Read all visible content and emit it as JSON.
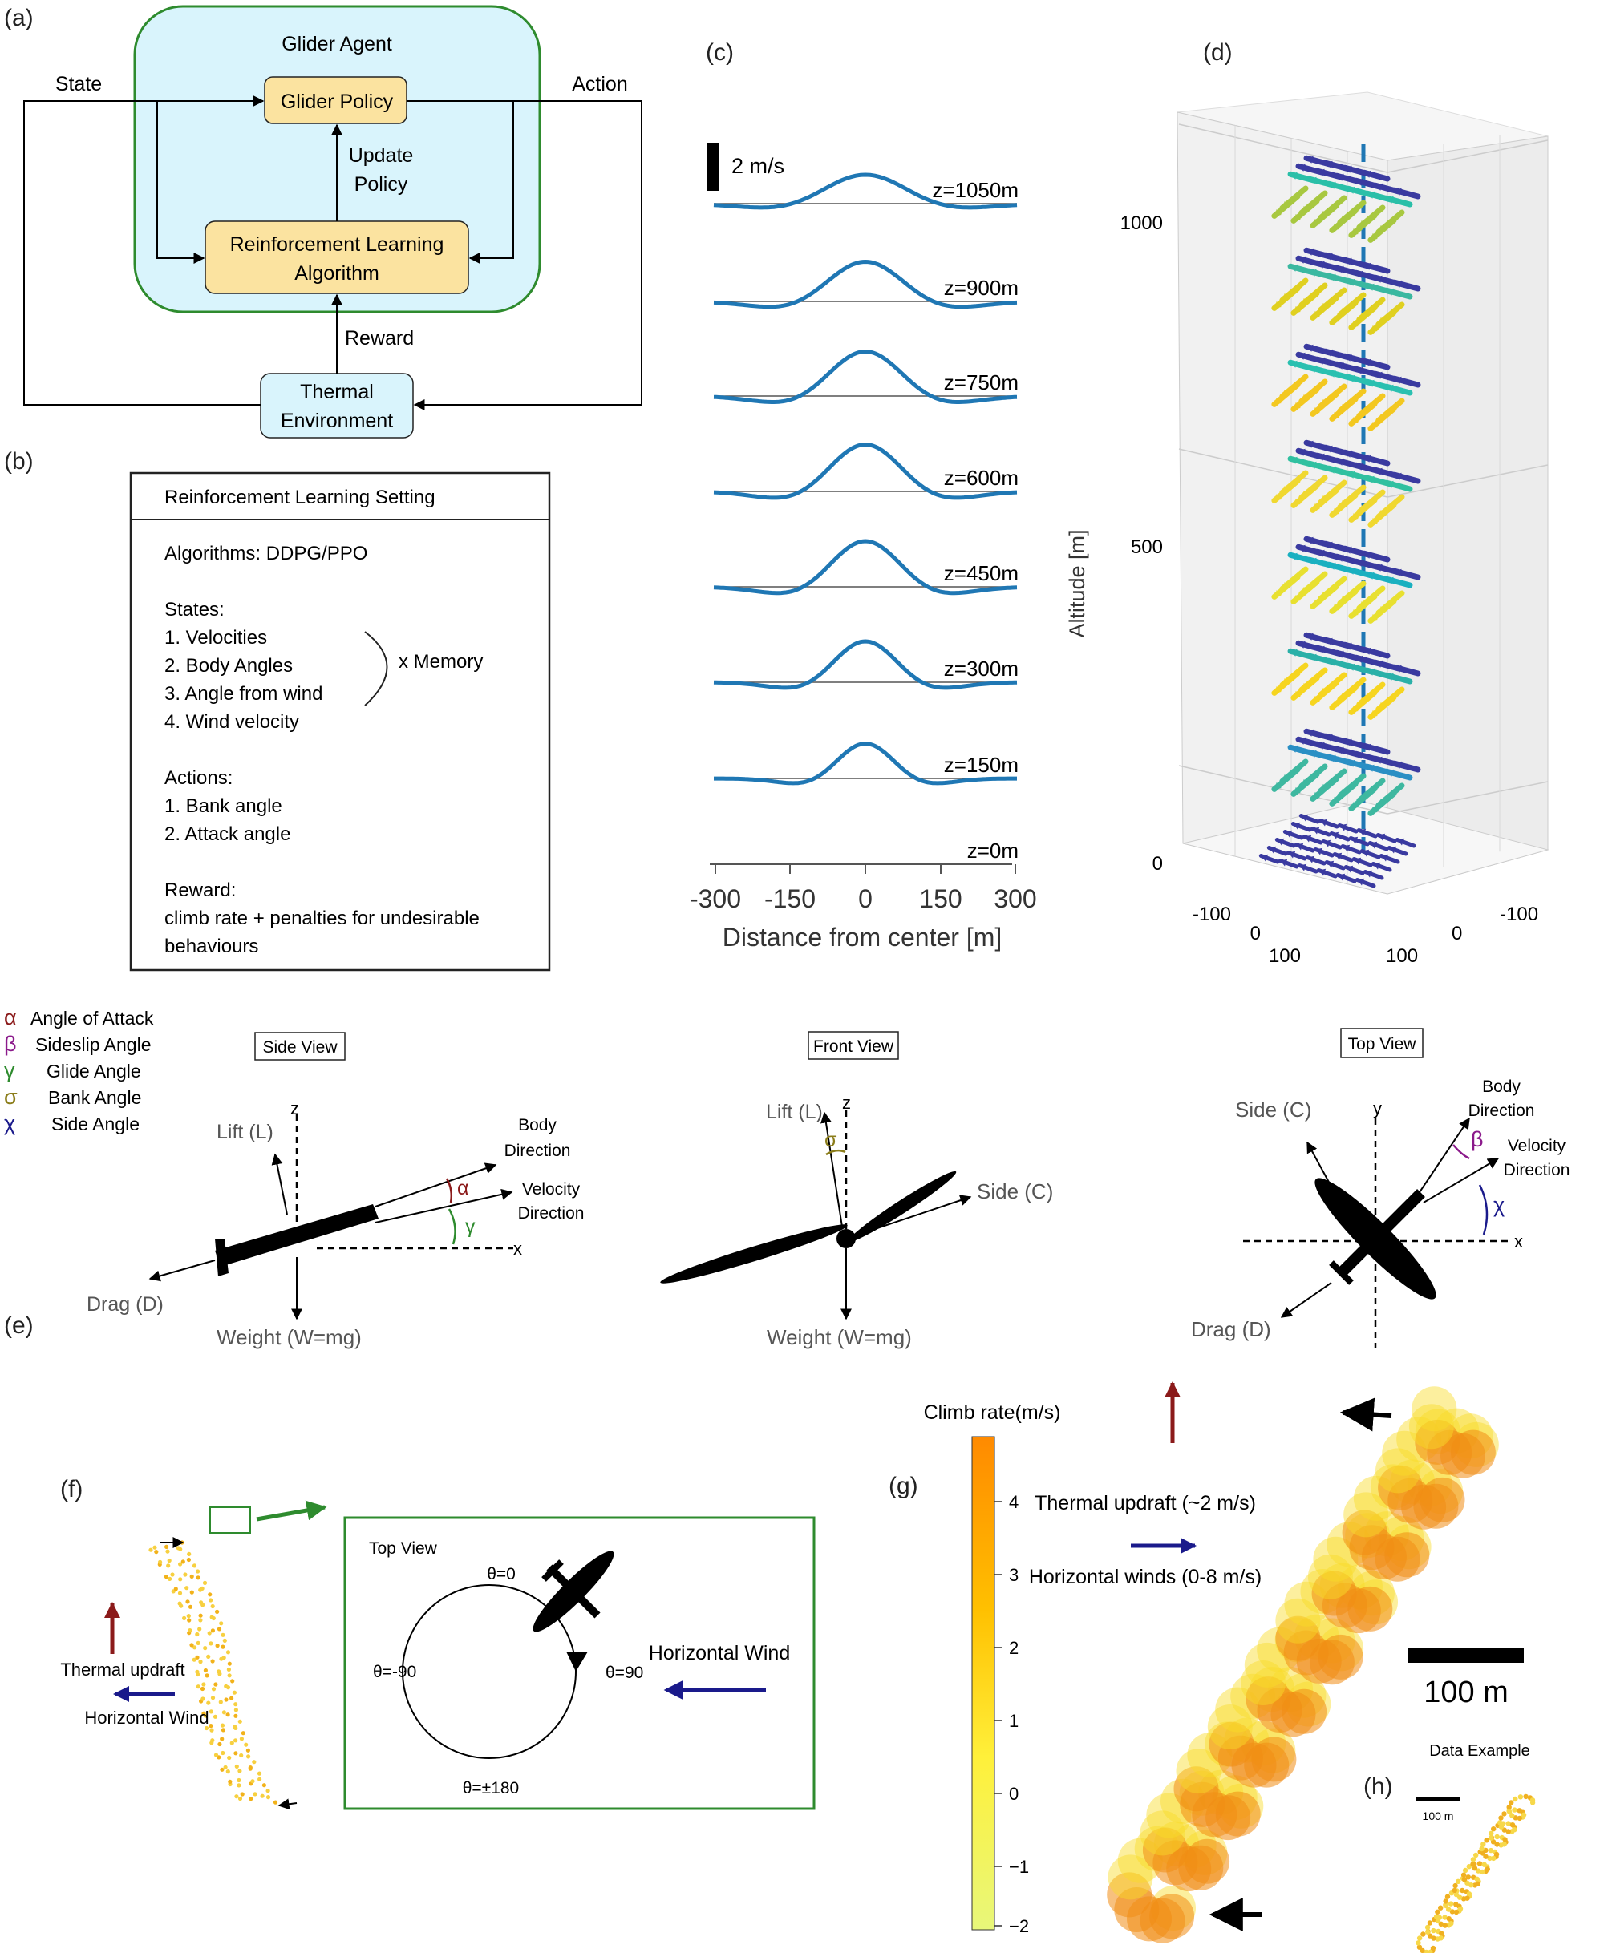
{
  "panels": {
    "a": "(a)",
    "b": "(b)",
    "c": "(c)",
    "d": "(d)",
    "e": "(e)",
    "f": "(f)",
    "g": "(g)",
    "h": "(h)"
  },
  "a": {
    "agent": "Glider Agent",
    "policy": "Glider Policy",
    "update1": "Update",
    "update2": "Policy",
    "rl1": "Reinforcement Learning",
    "rl2": "Algorithm",
    "reward": "Reward",
    "env1": "Thermal",
    "env2": "Environment",
    "state": "State",
    "action": "Action"
  },
  "b": {
    "title": "Reinforcement Learning Setting",
    "algorithms": "Algorithms: DDPG/PPO",
    "states_head": "States:",
    "states": [
      "1. Velocities",
      "2. Body Angles",
      "3. Angle from wind",
      "4. Wind velocity"
    ],
    "memory": "x Memory",
    "actions_head": "Actions:",
    "actions": [
      "1. Bank angle",
      "2. Attack angle"
    ],
    "reward_head": "Reward:",
    "reward1": "climb rate + penalties for undesirable",
    "reward2": "behaviours"
  },
  "c": {
    "scale": "2 m/s",
    "levels": [
      "z=1050m",
      "z=900m",
      "z=750m",
      "z=600m",
      "z=450m",
      "z=300m",
      "z=150m",
      "z=0m"
    ],
    "amplitudes": [
      1.2,
      1.65,
      1.85,
      1.95,
      1.9,
      1.7,
      1.45,
      0
    ],
    "widths": [
      65,
      60,
      58,
      57,
      55,
      50,
      45,
      0
    ],
    "ticks": [
      "-300",
      "-150",
      "0",
      "150",
      "300"
    ],
    "xlabel": "Distance from center [m]",
    "color": "#1f77b4"
  },
  "d": {
    "ylabel": "Altitude [m]",
    "zticks": [
      "1000",
      "500",
      "0"
    ],
    "xticks": [
      "-100",
      "0",
      "100"
    ],
    "yticks": [
      "100",
      "0",
      "-100"
    ]
  },
  "legend": [
    {
      "sym": "α",
      "label": "Angle of Attack",
      "color": "#8b1a1a"
    },
    {
      "sym": "β",
      "label": "Sideslip Angle",
      "color": "#8b1a8b"
    },
    {
      "sym": "γ",
      "label": "Glide Angle",
      "color": "#2e8b2e"
    },
    {
      "sym": "σ",
      "label": "Bank Angle",
      "color": "#8b7d1a"
    },
    {
      "sym": "χ",
      "label": "Side Angle",
      "color": "#1a1a8b"
    }
  ],
  "e": {
    "side": {
      "title": "Side View",
      "lift": "Lift (L)",
      "z": "z",
      "body1": "Body",
      "body2": "Direction",
      "alpha": "α",
      "vel1": "Velocity",
      "vel2": "Direction",
      "gamma": "γ",
      "x": "x",
      "drag": "Drag (D)",
      "weight": "Weight (W=mg)"
    },
    "front": {
      "title": "Front View",
      "lift": "Lift (L)",
      "z": "z",
      "sigma": "σ",
      "side": "Side (C)",
      "weight": "Weight (W=mg)"
    },
    "top": {
      "title": "Top View",
      "side": "Side (C)",
      "y": "y",
      "body1": "Body",
      "body2": "Direction",
      "beta": "β",
      "vel1": "Velocity",
      "vel2": "Direction",
      "chi": "χ",
      "x": "x",
      "drag": "Drag (D)"
    }
  },
  "f": {
    "thermal": "Thermal updraft",
    "wind": "Horizontal Wind",
    "box_title": "Top View",
    "t0": "θ=0",
    "tm90": "θ=-90",
    "t90": "θ=90",
    "t180": "θ=±180",
    "hwind": "Horizontal Wind"
  },
  "g": {
    "cbar_title": "Climb rate(m/s)",
    "cbar_ticks": [
      "4",
      "3",
      "2",
      "1",
      "0",
      "−1",
      "−2"
    ],
    "thermal": "Thermal updraft (~2 m/s)",
    "winds": "Horizontal winds (0-8 m/s)",
    "scale": "100 m"
  },
  "h": {
    "title": "Data Example",
    "scale": "100 m"
  },
  "colors": {
    "agent_fill": "#d9f4fc",
    "agent_stroke": "#2e8b2e",
    "box_fill": "#fbe3a0",
    "env_fill": "#d9f4fc",
    "dark_red": "#8b1a1a",
    "navy": "#1a1a8b",
    "green": "#2e8b2e",
    "blue": "#1f77b4"
  }
}
